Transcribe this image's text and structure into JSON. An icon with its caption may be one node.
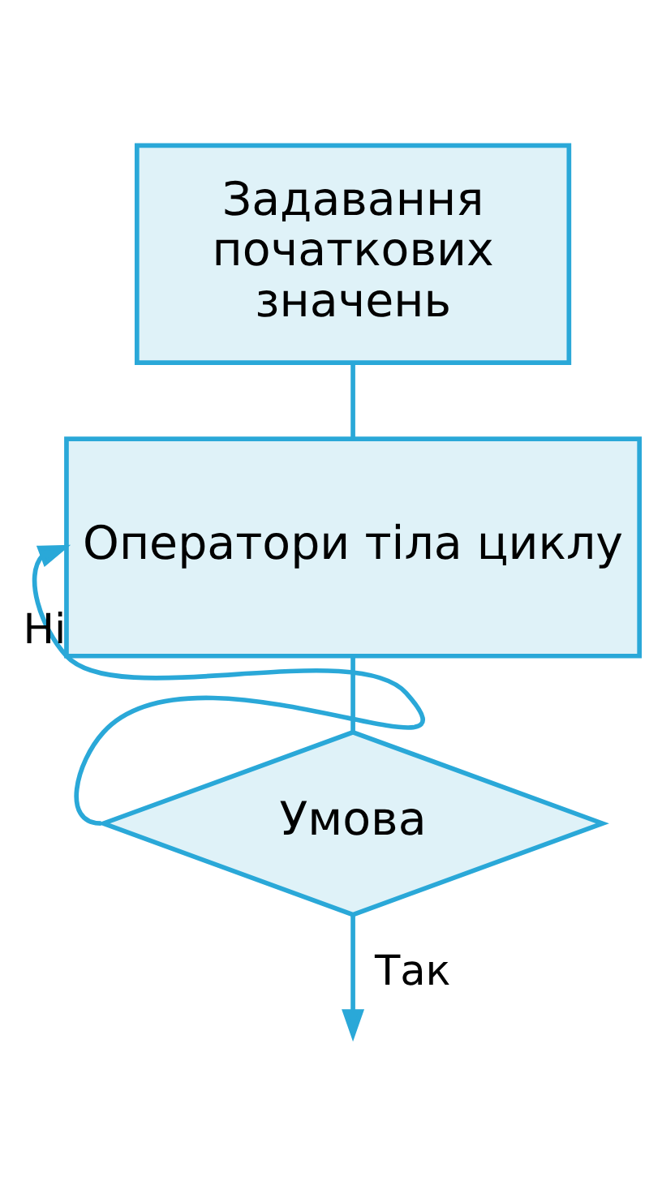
{
  "diagram": {
    "nodes": [
      {
        "text": [
          "Задавання початкових значень"
        ]
      },
      {
        "text": [
          "Оператори тіла циклу"
        ]
      },
      {
        "text": [
          "Умова"
        ]
      }
    ],
    "edges": [
      {
        "from": 0,
        "to": 1,
        "arrow": "none"
      },
      {
        "from": 1,
        "to": 2,
        "arrow": "none"
      },
      {
        "from": 2,
        "to": 1,
        "arrow": "to",
        "label": "Ні"
      },
      {
        "from": 2,
        "to": null,
        "arrow": "to",
        "label": "Так"
      }
    ]
  }
}
